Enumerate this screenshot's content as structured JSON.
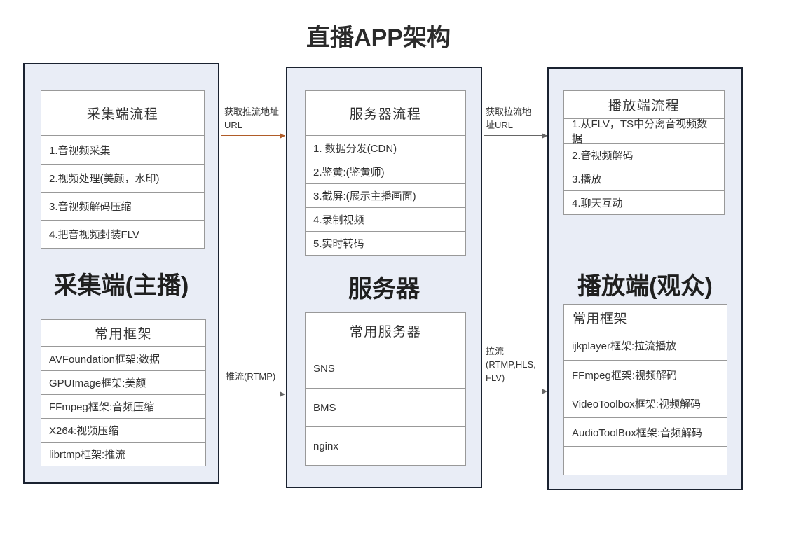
{
  "title": "直播APP架构",
  "colors": {
    "panel_fill": "#e9edf6",
    "panel_border": "#1a2230",
    "box_border": "#999999",
    "accent_arrow": "#b05c28",
    "gray_arrow": "#666666"
  },
  "columns": [
    {
      "big_title": "采集端(主播)",
      "flow": {
        "header": "采集端流程",
        "rows": [
          "1.音视频采集",
          "2.视频处理(美颜，水印)",
          "3.音视频解码压缩",
          "4.把音视频封装FLV"
        ]
      },
      "frameworks": {
        "header": "常用框架",
        "rows": [
          "AVFoundation框架:数据",
          "GPUImage框架:美颜",
          "FFmpeg框架:音频压缩",
          "X264:视频压缩",
          "librtmp框架:推流"
        ]
      }
    },
    {
      "big_title": "服务器",
      "flow": {
        "header": "服务器流程",
        "rows": [
          "1. 数据分发(CDN)",
          "2.鉴黄:(鉴黄师)",
          "3.截屏:(展示主播画面)",
          "4.录制视频",
          "5.实时转码"
        ]
      },
      "frameworks": {
        "header": "常用服务器",
        "rows": [
          "SNS",
          "BMS",
          "nginx"
        ]
      }
    },
    {
      "big_title": "播放端(观众)",
      "flow": {
        "header": "播放端流程",
        "rows": [
          "1.从FLV，TS中分离音视频数据",
          "2.音视频解码",
          "3.播放",
          "4.聊天互动"
        ]
      },
      "frameworks": {
        "header": "常用框架",
        "rows": [
          "ijkplayer框架:拉流播放",
          "FFmpeg框架:视频解码",
          "VideoToolbox框架:视频解码",
          "AudioToolBox框架:音频解码",
          ""
        ]
      }
    }
  ],
  "arrows": [
    {
      "label": "获取推流地址\nURL"
    },
    {
      "label": "获取拉流地\n址URL"
    },
    {
      "label": "推流(RTMP)"
    },
    {
      "label": "拉流\n(RTMP,HLS,\nFLV)"
    }
  ]
}
